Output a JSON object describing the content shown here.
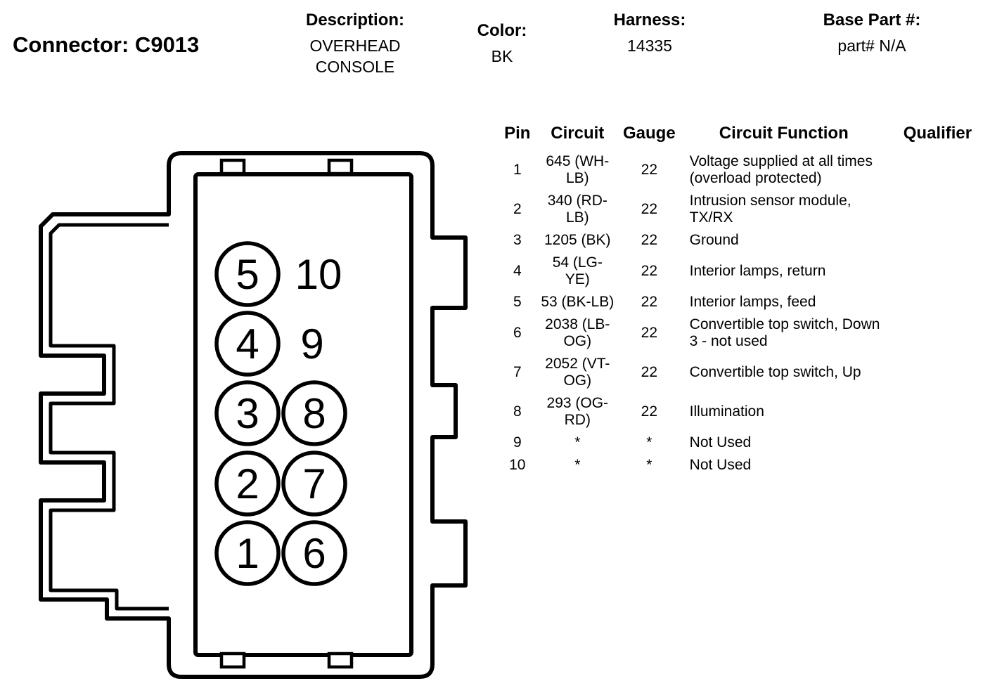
{
  "header": {
    "connector_label": "Connector: C9013",
    "description_label": "Description:",
    "description_value": "OVERHEAD CONSOLE",
    "color_label": "Color:",
    "color_value": "BK",
    "harness_label": "Harness:",
    "harness_value": "14335",
    "base_part_label": "Base Part #:",
    "base_part_value": "part# N/A"
  },
  "connector": {
    "pins": [
      "1",
      "2",
      "3",
      "4",
      "5",
      "6",
      "7",
      "8",
      "9",
      "10"
    ]
  },
  "table": {
    "headers": {
      "pin": "Pin",
      "circuit": "Circuit",
      "gauge": "Gauge",
      "function": "Circuit Function",
      "qualifier": "Qualifier"
    },
    "rows": [
      {
        "pin": "1",
        "circuit": "645 (WH-LB)",
        "gauge": "22",
        "function": "Voltage supplied at all times (overload protected)",
        "qualifier": ""
      },
      {
        "pin": "2",
        "circuit": "340 (RD-LB)",
        "gauge": "22",
        "function": "Intrusion sensor module, TX/RX",
        "qualifier": ""
      },
      {
        "pin": "3",
        "circuit": "1205 (BK)",
        "gauge": "22",
        "function": "Ground",
        "qualifier": ""
      },
      {
        "pin": "4",
        "circuit": "54 (LG-YE)",
        "gauge": "22",
        "function": "Interior lamps, return",
        "qualifier": ""
      },
      {
        "pin": "5",
        "circuit": "53 (BK-LB)",
        "gauge": "22",
        "function": "Interior lamps, feed",
        "qualifier": ""
      },
      {
        "pin": "6",
        "circuit": "2038 (LB-OG)",
        "gauge": "22",
        "function": "Convertible top switch, Down 3 - not used",
        "qualifier": ""
      },
      {
        "pin": "7",
        "circuit": "2052 (VT-OG)",
        "gauge": "22",
        "function": "Convertible top switch, Up",
        "qualifier": ""
      },
      {
        "pin": "8",
        "circuit": "293 (OG-RD)",
        "gauge": "22",
        "function": "Illumination",
        "qualifier": ""
      },
      {
        "pin": "9",
        "circuit": "*",
        "gauge": "*",
        "function": "Not Used",
        "qualifier": ""
      },
      {
        "pin": "10",
        "circuit": "*",
        "gauge": "*",
        "function": "Not Used",
        "qualifier": ""
      }
    ]
  }
}
